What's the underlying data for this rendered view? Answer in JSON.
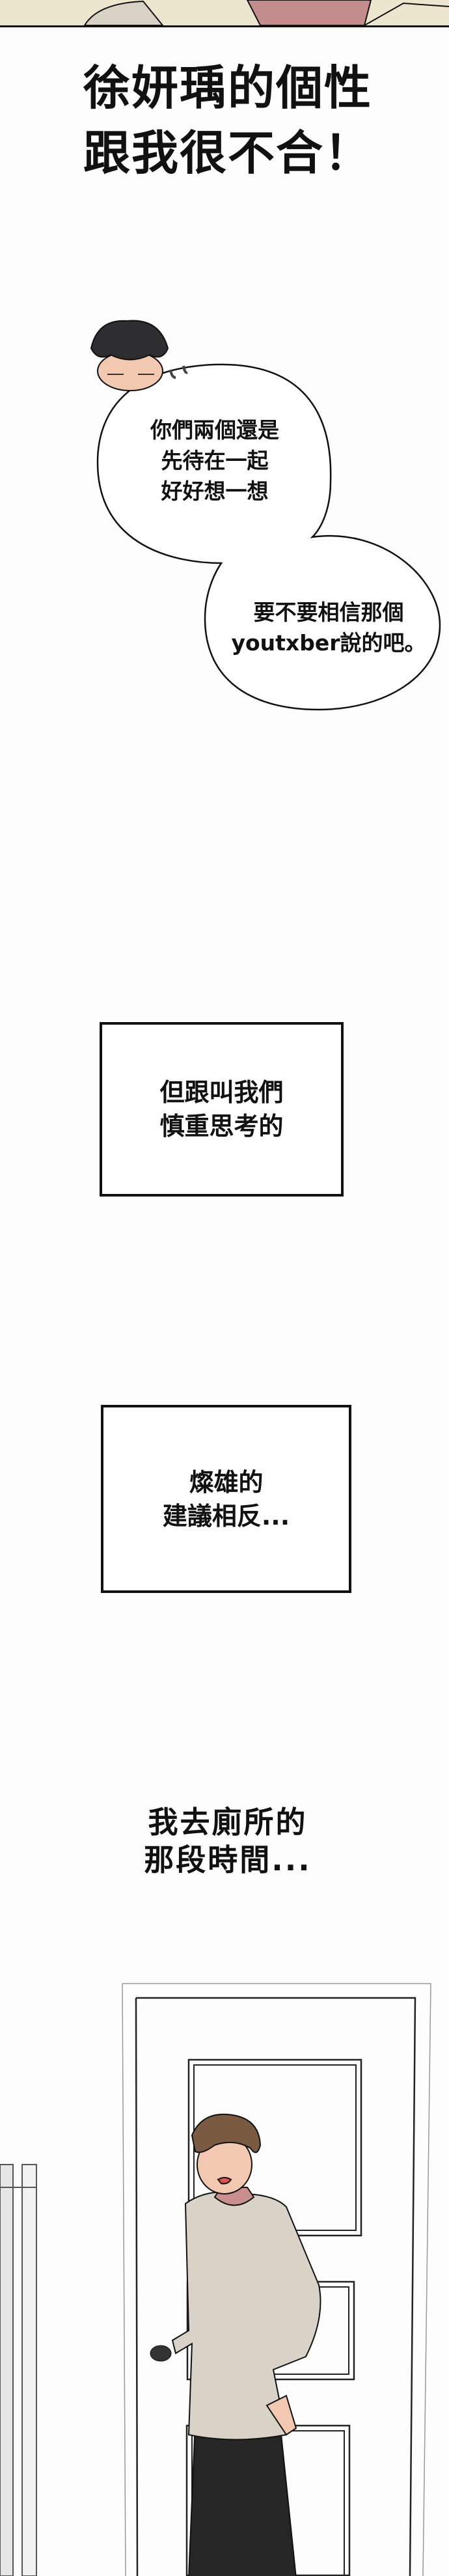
{
  "title": {
    "line1": "徐妍瑀的個性",
    "line2": "跟我很不合！"
  },
  "bubble1": {
    "line1": "你們兩個還是",
    "line2": "先待在一起",
    "line3": "好好想一想"
  },
  "bubble2": {
    "line1": "要不要相信那個",
    "line2": "youtxber說的吧。"
  },
  "box1": {
    "line1": "但跟叫我們",
    "line2": "慎重思考的"
  },
  "box2": {
    "line1": "燦雄的",
    "line2": "建議相反..."
  },
  "narration": {
    "line1": "我去廁所的",
    "line2": "那段時間..."
  },
  "colors": {
    "hair_dark": "#2e2e30",
    "hair_brown": "#7a5a40",
    "skin": "#f2c9b0",
    "hoodie": "#d9d2c6",
    "pants": "#262626",
    "top_panel": "#ede6cf"
  }
}
